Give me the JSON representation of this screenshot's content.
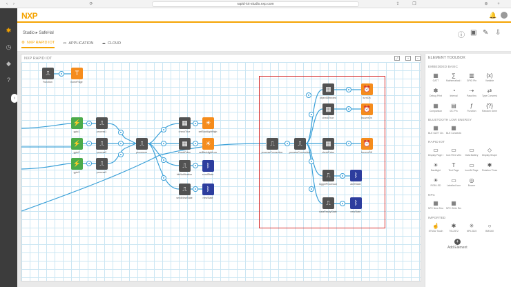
{
  "browser": {
    "url": "rapid-iot-studio.nxp.com"
  },
  "app": {
    "logo": "NXP",
    "breadcrumb": "Studio ▸  SafeHal"
  },
  "tabs": [
    {
      "label": "NXP RAPID IOT"
    },
    {
      "label": "APPLICATION"
    },
    {
      "label": "CLOUD"
    }
  ],
  "canvas": {
    "title": "NXP RAPID IOT"
  },
  "toolbox": {
    "title": "ELEMENT TOOLBOX",
    "sections": {
      "embedded": "EMBEDDED BASIC",
      "ble": "BLUETOOTH LOW ENERGY",
      "rapid": "RAPID IOT",
      "nfc": "NFC",
      "imported": "IMPORTED"
    },
    "embedded_items": [
      "GATT",
      "Mathematical Operation",
      "GPIO Pin",
      "Variable",
      "Debug Print",
      "Interval",
      "Pass thru",
      "Type Conversion",
      "Comparison",
      "I2C Pin",
      "Function",
      "Random Generation"
    ],
    "ble_items": [
      "BLE GATT Characteristic",
      "BLE Connection"
    ],
    "rapid_items": [
      "Display Page Controller",
      "Icon Files View",
      "Data Battery",
      "Display Shape Page",
      "Backlight",
      "Text Page",
      "Icon/M Page",
      "Rotation Thread",
      "RGB LED",
      "Labelled Icon",
      "Buzzer"
    ],
    "nfc_items": [
      "NFC New Smart Record",
      "NFC Write Record"
    ],
    "imported_items": [
      "STM32 Touch",
      "TSL2572",
      "MPL3115",
      "BMI160"
    ],
    "add_label": "Add Element"
  },
  "nodes": {
    "function": "Function",
    "homePage": "homePage",
    "gpio1": "gpio1",
    "gpio2": "gpio2",
    "gpio3": "gpio3",
    "process1": "process1",
    "process2": "process2",
    "process3": "process3",
    "processor": "processor",
    "checkTrue": "checkTrue",
    "checkFalse": "checkFalse",
    "setBacklightHigh": "setBacklightHigh",
    "setBacklightLow": "setBacklightLow",
    "bleNotification": "bleNotification",
    "sendState": "sendState",
    "sendNewState": "sendNewState",
    "newState": "newState",
    "processConnection": "processConnection",
    "processConnection2": "processConnection",
    "objectDetected": "objectDetected",
    "checkTrue2": "checkTrue",
    "checkFalse2": "checkFalse",
    "buzzerOn": "turnOn",
    "buzzerOn2": "buzzerOn",
    "buzzerOff": "buzzerOff",
    "loggerProcessor": "loggerProcessor",
    "alertState": "alertState",
    "dataReadyState": "dataReadyState",
    "newState2": "newState"
  },
  "colors": {
    "accent": "#f5a300",
    "selection": "#d52b2b",
    "link": "#3aa0d8"
  }
}
